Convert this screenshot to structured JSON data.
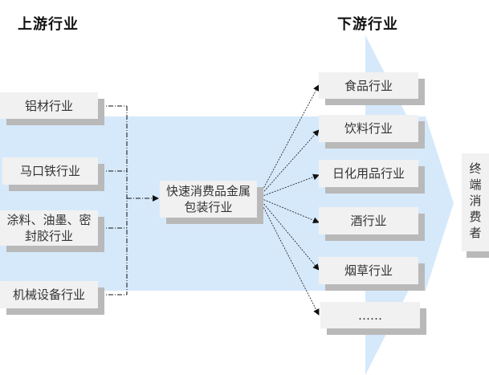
{
  "titles": {
    "upstream": "上游行业",
    "downstream": "下游行业"
  },
  "upstream": [
    {
      "label": "铝材行业"
    },
    {
      "label": "马口铁行业"
    },
    {
      "label": "涂料、油墨、密封胶行业"
    },
    {
      "label": "机械设备行业"
    }
  ],
  "center": {
    "label": "快速消费品金属包装行业"
  },
  "downstream": [
    {
      "label": "食品行业"
    },
    {
      "label": "饮料行业"
    },
    {
      "label": "日化用品行业"
    },
    {
      "label": "酒行业"
    },
    {
      "label": "烟草行业"
    },
    {
      "label": "……"
    }
  ],
  "end": {
    "label": "终端消费者"
  },
  "colors": {
    "arrow_fill": "#d6e9fb",
    "box_fill": "#f1f1f1",
    "box_shadow": "#b9b9b9"
  }
}
